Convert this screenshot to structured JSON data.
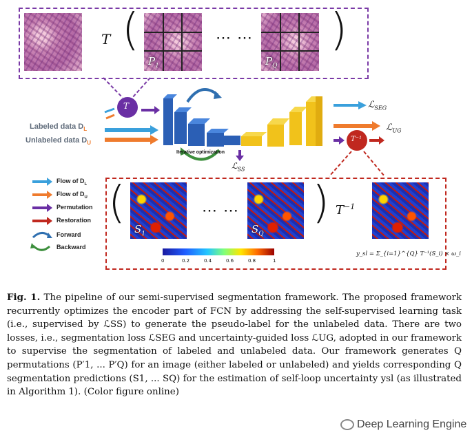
{
  "figure": {
    "top_row": {
      "operator": "T",
      "ellipsis": "⋯ ⋯",
      "patch_labels": [
        "P",
        "P"
      ],
      "patch_subscripts": [
        "1",
        "Q"
      ]
    },
    "left_inputs": {
      "labeled": "Labeled data D",
      "labeled_sub": "L",
      "unlabeled": "Unlabeled data D",
      "unlabeled_sub": "U"
    },
    "circle_T": "T",
    "circle_Tinv": "T⁻¹",
    "iterative": "Iterative optimization",
    "losses": {
      "seg": "ℒ",
      "seg_sub": "SEG",
      "ug": "ℒ",
      "ug_sub": "UG",
      "ss": "ℒ",
      "ss_sub": "SS"
    },
    "legend": [
      {
        "label": "Flow of D",
        "sub": "L",
        "color": "#3aa0dc"
      },
      {
        "label": "Flow of D",
        "sub": "U",
        "color": "#ef7b2d"
      },
      {
        "label": "Permutation",
        "sub": "",
        "color": "#6a2fa4"
      },
      {
        "label": "Restoration",
        "sub": "",
        "color": "#c0281f"
      },
      {
        "label": "Forward",
        "sub": "",
        "color": "#2f6fb0"
      },
      {
        "label": "Backward",
        "sub": "",
        "color": "#3d8f3d"
      }
    ],
    "bottom_row": {
      "ellipsis": "⋯ ⋯",
      "labels": [
        "S",
        "S"
      ],
      "subscripts": [
        "1",
        "Q"
      ],
      "operator": "T",
      "operator_sup": "−1",
      "formula": "y_sl = Σ_{i=1}^{Q} T⁻¹(S_i) × ω_i"
    },
    "colorbar_ticks": [
      "0",
      "0.2",
      "0.4",
      "0.6",
      "0.8",
      "1"
    ]
  },
  "caption": {
    "label": "Fig. 1.",
    "text": "The pipeline of our semi-supervised segmentation framework. The proposed framework recurrently optimizes the encoder part of FCN by addressing the self-supervised learning task (i.e., supervised by ℒSS) to generate the pseudo-label for the unlabeled data. There are two losses, i.e., segmentation loss ℒSEG and uncertainty-guided loss ℒUG, adopted in our framework to supervise the segmentation of labeled and unlabeled data. Our framework generates Q permutations (P′1, ... P′Q) for an image (either labeled or unlabeled) and yields corresponding Q segmentation predictions (S1, ... SQ) for the estimation of self-loop uncertainty ysl (as illustrated in Algorithm 1). (Color figure online)"
  },
  "watermark": "Deep Learning Engine"
}
